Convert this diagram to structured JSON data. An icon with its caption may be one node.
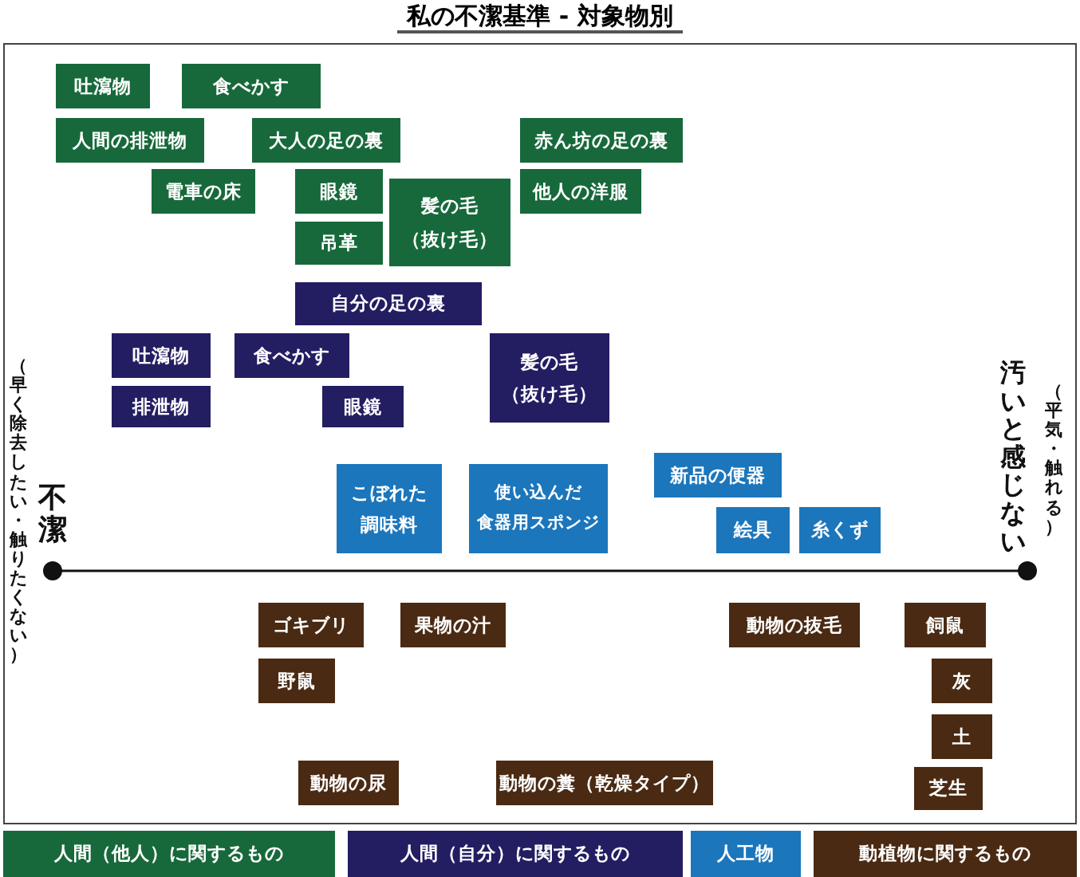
{
  "diagram": {
    "title": "私の不潔基準 - 対象物別",
    "nodes": [
      {
        "text": [
          "吐瀉物"
        ]
      },
      {
        "text": [
          "食べかす"
        ]
      },
      {
        "text": [
          "人間の排泄物"
        ]
      },
      {
        "text": [
          "大人の足の裏"
        ]
      },
      {
        "text": [
          "赤ん坊の足の裏"
        ]
      },
      {
        "text": [
          "電車の床"
        ]
      },
      {
        "text": [
          "眼鏡"
        ]
      },
      {
        "text": [
          "髪の毛",
          "（抜け毛）"
        ]
      },
      {
        "text": [
          "吊革"
        ]
      },
      {
        "text": [
          "他人の洋服"
        ]
      },
      {
        "text": [
          "自分の足の裏"
        ]
      },
      {
        "text": [
          "吐瀉物"
        ]
      },
      {
        "text": [
          "食べかす"
        ]
      },
      {
        "text": [
          "髪の毛",
          "（抜け毛）"
        ]
      },
      {
        "text": [
          "排泄物"
        ]
      },
      {
        "text": [
          "眼鏡"
        ]
      },
      {
        "text": [
          "こぼれた",
          "調味料"
        ]
      },
      {
        "text": [
          "使い込んだ",
          "食器用スポンジ"
        ]
      },
      {
        "text": [
          "新品の便器"
        ]
      },
      {
        "text": [
          "絵具"
        ]
      },
      {
        "text": [
          "糸くず"
        ]
      },
      {
        "text": [
          "ゴキブリ"
        ]
      },
      {
        "text": [
          "果物の汁"
        ]
      },
      {
        "text": [
          "動物の抜毛"
        ]
      },
      {
        "text": [
          "飼鼠"
        ]
      },
      {
        "text": [
          "野鼠"
        ]
      },
      {
        "text": [
          "灰"
        ]
      },
      {
        "text": [
          "土"
        ]
      },
      {
        "text": [
          "動物の尿"
        ]
      },
      {
        "text": [
          "動物の糞（乾燥タイプ）"
        ]
      },
      {
        "text": [
          "芝生"
        ]
      }
    ],
    "labels": [
      "不潔",
      "（早く除去したい・触りたくない）",
      "汚いと感じない",
      "（平気・触れる）"
    ],
    "legend": [
      {
        "text": "人間（他人）に関するもの",
        "color": "#17693b"
      },
      {
        "text": "人間（自分）に関するもの",
        "color": "#231d62"
      },
      {
        "text": "人工物",
        "color": "#1b76bc"
      },
      {
        "text": "動植物に関するもの",
        "color": "#4a2a13"
      }
    ]
  }
}
